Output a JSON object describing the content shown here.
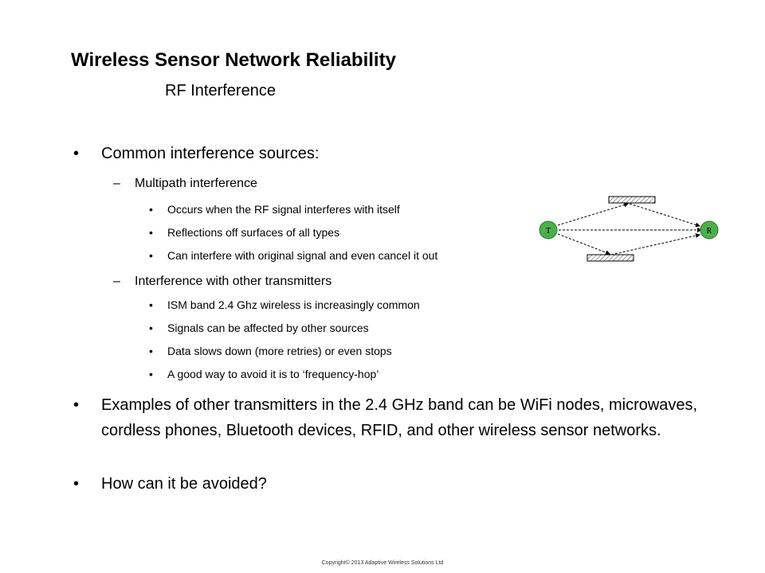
{
  "slide": {
    "title": "Wireless Sensor Network Reliability",
    "subtitle": "RF Interference"
  },
  "content": {
    "bullet_symbol": "•",
    "dash_symbol": "–",
    "item1": "Common interference sources:",
    "sub1": {
      "label": "Multipath interference",
      "points": [
        "Occurs when the RF signal interferes with itself",
        "Reflections off surfaces of all types",
        "Can interfere with original signal and even cancel it out"
      ]
    },
    "sub2": {
      "label": "Interference with other transmitters",
      "points": [
        "ISM band 2.4 Ghz wireless is increasingly common",
        "Signals can be affected by other sources",
        "Data slows down (more retries) or even stops",
        "A good way to avoid it is to ‘frequency-hop’"
      ]
    },
    "item2": "Examples of other transmitters in the 2.4 GHz band can be WiFi nodes, microwaves, cordless phones, Bluetooth devices, RFID, and other wireless sensor networks.",
    "item3": "How can it be avoided?"
  },
  "diagram": {
    "transmitter_label": "T",
    "receiver_label": "R",
    "node_color": "#4cae4c"
  },
  "footer": {
    "copyright": "Copyright© 2013 Adaptive Wireless Solutions Ltd"
  }
}
